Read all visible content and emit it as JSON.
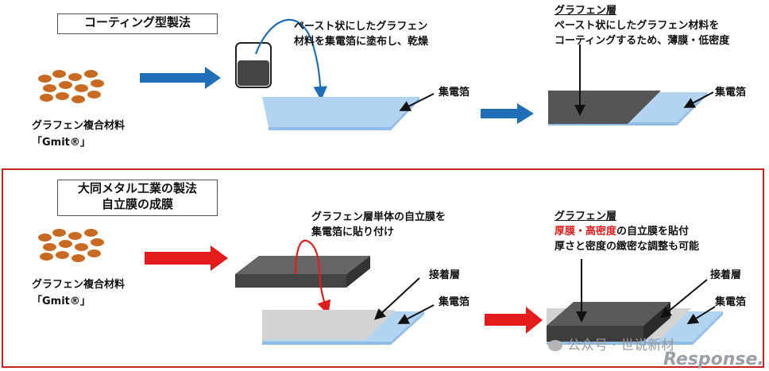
{
  "top": {
    "title": "コーティング型製法",
    "material_label": "グラフェン複合材料",
    "material_name": "「Gmit®」",
    "coating_note_line1": "ペースト状にしたグラフェン",
    "coating_note_line2": "材料を集電箔に塗布し、乾燥",
    "foil_label_1": "集電箔",
    "result_title": "グラフェン層",
    "result_line1": "ペースト状にしたグラフェン材料を",
    "result_line2": "コーティングするため、薄膜・低密度",
    "foil_label_2": "集電箔"
  },
  "bottom": {
    "title_line1": "大同メタル工業の製法",
    "title_line2": "自立膜の成膜",
    "material_label": "グラフェン複合材料",
    "material_name": "「Gmit®」",
    "attach_line1": "グラフェン層単体の自立膜を",
    "attach_line2": "集電箔に貼り付け",
    "adhesive_label_1": "接着層",
    "foil_label_1": "集電箔",
    "result_title": "グラフェン層",
    "result_red": "厚膜・高密度",
    "result_line1_rest": "の自立膜を貼付",
    "result_line2": "厚さと密度の緻密な調整も可能",
    "adhesive_label_2": "接着層",
    "foil_label_2": "集電箔"
  },
  "watermark": {
    "wechat": "公众号 · 世说新材",
    "brand": "Response."
  },
  "colors": {
    "blue_arrow": "#1f6fb8",
    "red_arrow": "#e31b1b",
    "frame_red": "#cc2222",
    "foil_blue": "#b3d4f0",
    "graphene_dark": "#555555",
    "adhesive_gray": "#d3d3d3",
    "pellet_brown": "#c96a22"
  }
}
